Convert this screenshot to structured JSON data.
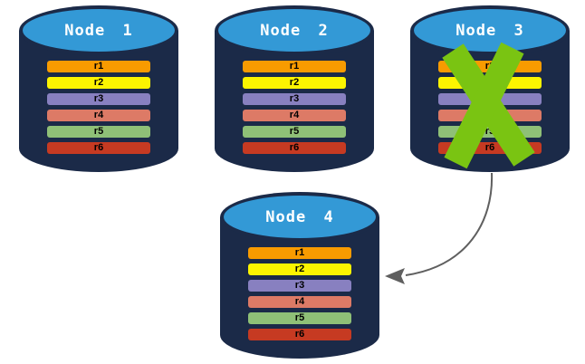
{
  "diagram": {
    "type": "database-replication-failover",
    "description_visible_elements": "four database cylinders with replica rows, green X over Node 3, arrow from Node 3 to Node 4"
  },
  "colors": {
    "cylinder_body": "#1B2A48",
    "cylinder_top": "#3399D6",
    "title_text": "#FFFFFF",
    "row_text": "#000000",
    "failure_x": "#7AC412",
    "arrow": "#5F5F5F"
  },
  "nodes": [
    {
      "label": "Node 1",
      "rows": [
        {
          "label": "r1",
          "color": "#F89B00"
        },
        {
          "label": "r2",
          "color": "#FCF400"
        },
        {
          "label": "r3",
          "color": "#8880C0"
        },
        {
          "label": "r4",
          "color": "#DD7A66"
        },
        {
          "label": "r5",
          "color": "#8FC077"
        },
        {
          "label": "r6",
          "color": "#C63A22"
        }
      ]
    },
    {
      "label": "Node 2",
      "rows": [
        {
          "label": "r1",
          "color": "#F89B00"
        },
        {
          "label": "r2",
          "color": "#FCF400"
        },
        {
          "label": "r3",
          "color": "#8880C0"
        },
        {
          "label": "r4",
          "color": "#DD7A66"
        },
        {
          "label": "r5",
          "color": "#8FC077"
        },
        {
          "label": "r6",
          "color": "#C63A22"
        }
      ]
    },
    {
      "label": "Node 3",
      "failed": true,
      "rows": [
        {
          "label": "r1",
          "color": "#F89B00"
        },
        {
          "label": "r2",
          "color": "#FCF400"
        },
        {
          "label": "r3",
          "color": "#8880C0"
        },
        {
          "label": "r4",
          "color": "#DD7A66"
        },
        {
          "label": "r5",
          "color": "#8FC077"
        },
        {
          "label": "r6",
          "color": "#C63A22"
        }
      ]
    },
    {
      "label": "Node 4",
      "rows": [
        {
          "label": "r1",
          "color": "#F89B00"
        },
        {
          "label": "r2",
          "color": "#FCF400"
        },
        {
          "label": "r3",
          "color": "#8880C0"
        },
        {
          "label": "r4",
          "color": "#DD7A66"
        },
        {
          "label": "r5",
          "color": "#8FC077"
        },
        {
          "label": "r6",
          "color": "#C63A22"
        }
      ]
    }
  ],
  "annotations": {
    "x_mark_over": "Node 3",
    "arrow_from": "Node 3",
    "arrow_to": "Node 4"
  }
}
